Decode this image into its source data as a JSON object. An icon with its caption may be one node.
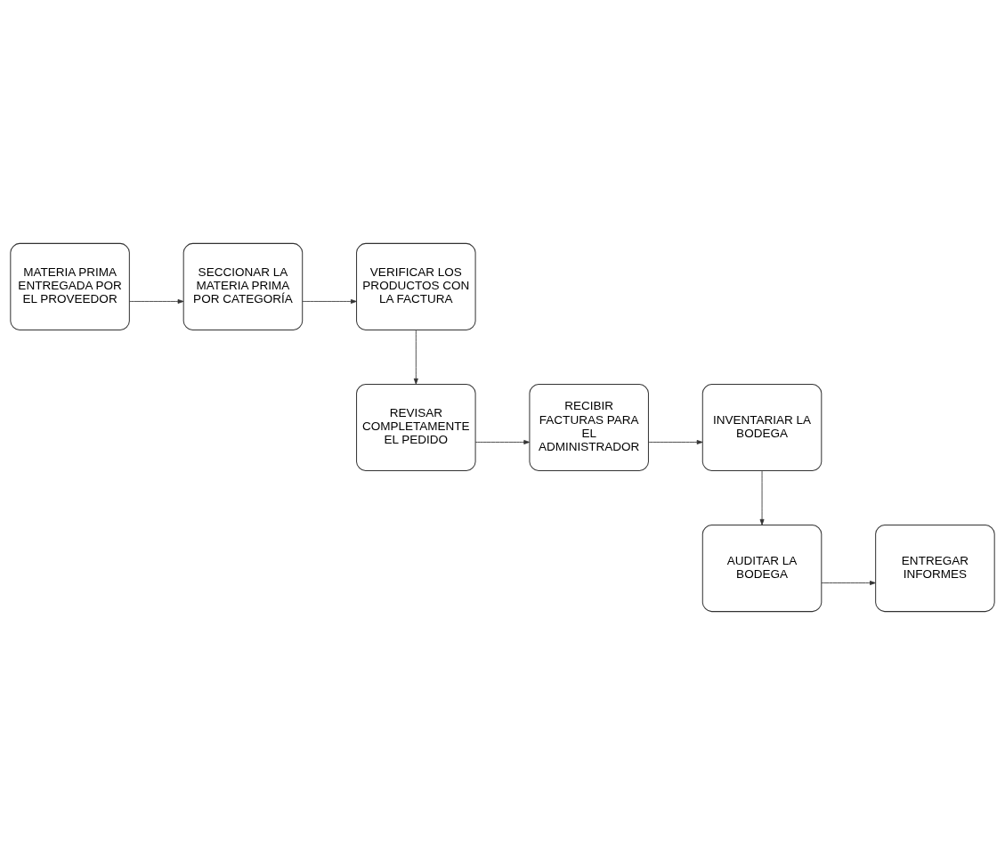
{
  "diagram": {
    "nodes": [
      {
        "text": [
          "MATERIA PRIMA ENTREGADA POR EL PROVEEDOR"
        ]
      },
      {
        "text": [
          "SECCIONAR LA MATERIA PRIMA POR CATEGORÍA"
        ]
      },
      {
        "text": [
          "VERIFICAR LOS PRODUCTOS CON LA FACTURA"
        ]
      },
      {
        "text": [
          "REVISAR COMPLETAMENTE EL PEDIDO"
        ]
      },
      {
        "text": [
          "RECIBIR FACTURAS PARA EL ADMINISTRADOR"
        ]
      },
      {
        "text": [
          "INVENTARIAR LA BODEGA"
        ]
      },
      {
        "text": [
          "AUDITAR LA BODEGA"
        ]
      },
      {
        "text": [
          "ENTREGAR INFORMES"
        ]
      }
    ],
    "edges": [
      {
        "from": 0,
        "to": 1,
        "arrow": "to"
      },
      {
        "from": 1,
        "to": 2,
        "arrow": "to"
      },
      {
        "from": 2,
        "to": 3,
        "arrow": "to"
      },
      {
        "from": 3,
        "to": 4,
        "arrow": "to"
      },
      {
        "from": 4,
        "to": 5,
        "arrow": "to"
      },
      {
        "from": 5,
        "to": 6,
        "arrow": "to"
      },
      {
        "from": 6,
        "to": 7,
        "arrow": "to"
      }
    ]
  }
}
